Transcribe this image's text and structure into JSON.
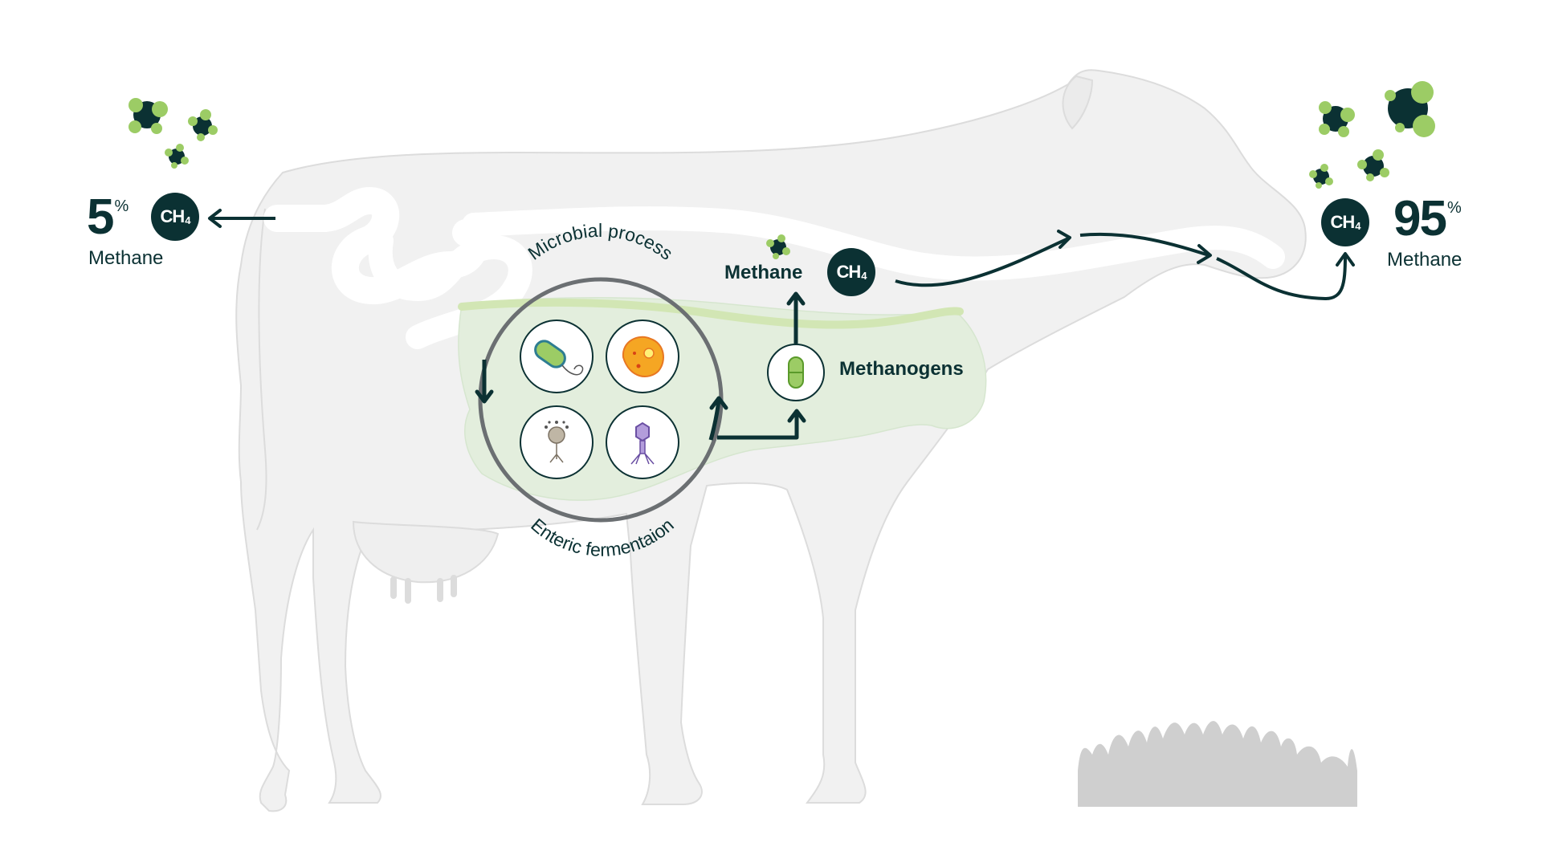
{
  "left_output": {
    "percent": "5",
    "percent_sign": "%",
    "label": "Methane",
    "badge_main": "CH",
    "badge_sub": "4"
  },
  "right_output": {
    "percent": "95",
    "percent_sign": "%",
    "label": "Methane",
    "badge_main": "CH",
    "badge_sub": "4"
  },
  "rumen": {
    "top_arc_label": "Microbial process",
    "bottom_arc_label": "Enteric fermentaion",
    "microbes": [
      "bacteria-icon",
      "protozoa-icon",
      "fungi-icon",
      "bacteriophage-icon"
    ]
  },
  "methanogens": {
    "label": "Methanogens",
    "icon": "capsule-icon"
  },
  "produced_methane": {
    "label": "Methane",
    "badge_main": "CH",
    "badge_sub": "4"
  },
  "colors": {
    "dark": "#0b3133",
    "molecule_green": "#9ccc65",
    "cow_fill": "#f1f1f1",
    "cow_stroke": "#dcdcdc",
    "rumen_fill": "#e3eedd",
    "grass": "#cfcfcf"
  }
}
